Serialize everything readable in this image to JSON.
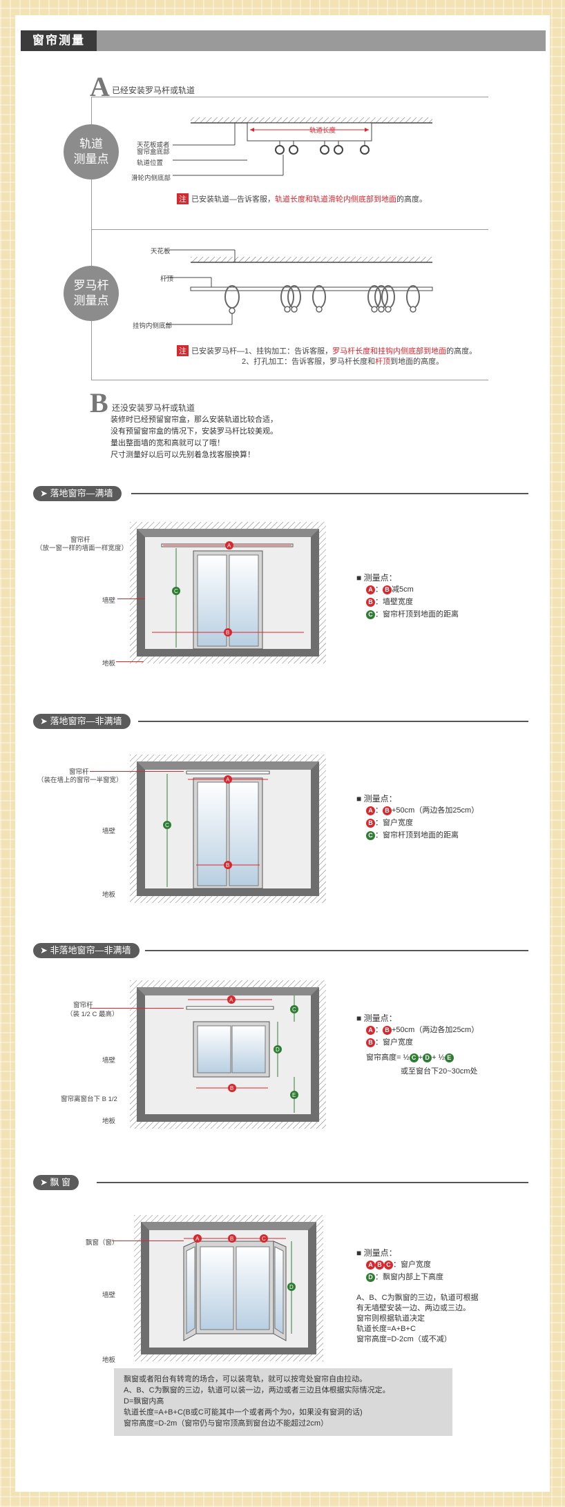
{
  "header": {
    "title": "窗帘测量"
  },
  "sectionA": {
    "letter": "A",
    "heading": "已经安装罗马杆或轨道",
    "track": {
      "circle_line1": "轨道",
      "circle_line2": "测量点",
      "label_ceiling": "天花板或者",
      "label_box": "窗帘盒底部",
      "label_track_pos": "轨道位置",
      "label_wheel": "滑轮内侧底部",
      "label_length": "轨道长度",
      "note_prefix": "注",
      "note_pre": "已安装轨道—告诉客服，",
      "note_red": "轨道长度和轨道滑轮内侧底部到地面",
      "note_post": "的高度。"
    },
    "rod": {
      "circle_line1": "罗马杆",
      "circle_line2": "测量点",
      "label_ceiling": "天花板",
      "label_rod": "杆顶",
      "label_ring": "挂钩内侧底部",
      "note_prefix": "注",
      "note_line1_pre": "已安装罗马杆—1、挂钩加工：告诉客服，",
      "note_line1_red": "罗马杆长度和挂钩内侧底部到地面",
      "note_line1_post": "的高度。",
      "note_line2_pre": "2、打孔加工：告诉客服，罗马杆长度和",
      "note_line2_red": "杆顶",
      "note_line2_post": "到地面的高度。"
    }
  },
  "sectionB": {
    "letter": "B",
    "heading": "还没安装罗马杆或轨道",
    "lines": [
      "装修时已经预留窗帘盒，那么安装轨道比较合适，",
      "没有预留窗帘盒的情况下，安装罗马杆比较美观。",
      "量出整面墙的宽和高就可以了哦！",
      "尺寸测量好以后可以先别着急找客服换算！"
    ]
  },
  "panel1": {
    "pill": "➤ 落地窗帘—满墙",
    "label_rod": "窗帘杆",
    "label_rod_note": "（放一窗一样的墙面一样宽度）",
    "label_wall": "墙壁",
    "label_floor": "地板",
    "points_title": "测量点：",
    "points": [
      {
        "badges": [
          "A"
        ],
        "text": "：",
        "badge2": "B",
        "text2": "减5cm"
      },
      {
        "badges": [
          "B"
        ],
        "text": "：墙壁宽度"
      },
      {
        "badges": [
          "C"
        ],
        "text": "：窗帘杆顶到地面的距离"
      }
    ]
  },
  "panel2": {
    "pill": "➤ 落地窗帘—非满墙",
    "label_rod": "窗帘杆",
    "label_rod_note": "（装在墙上的窗帘一半窗宽）",
    "label_wall": "墙壁",
    "label_floor": "地板",
    "points_title": "测量点：",
    "points": [
      {
        "text": "：",
        "text2": "+50cm（两边各加25cm）"
      },
      {
        "text": "：窗户宽度"
      },
      {
        "text": "：窗帘杆顶到地面的距离"
      }
    ]
  },
  "panel3": {
    "pill": "➤ 非落地窗帘—非满墙",
    "label_rod": "窗帘杆",
    "label_rod_note": "（装 1/2 C 最高）",
    "label_wall": "墙壁",
    "label_below": "窗帘离窗台下 B 1/2",
    "label_floor": "地板",
    "points_title": "测量点：",
    "points": [
      {
        "text": "：",
        "text2": "+50cm（两边各加25cm）"
      },
      {
        "text": "：窗户宽度"
      }
    ],
    "height_prefix": "窗帘高度=",
    "height_tail": "或至窗台下20~30cm处"
  },
  "panel4": {
    "pill": "➤ 飘 窗",
    "label_rod": "飘窗（窗）",
    "label_wall": "墙壁",
    "label_floor": "地板",
    "points_title": "测量点：",
    "points": [
      {
        "text": "：窗户宽度"
      },
      {
        "text": "：飘窗内部上下高度"
      }
    ],
    "notes": [
      "A、B、C为飘窗的三边，轨道可根据",
      "有无墙壁安装一边、两边或三边。",
      "窗帘则根据轨道决定",
      "轨道长度=A+B+C",
      "窗帘高度=D-2cm（或不减）"
    ]
  },
  "bottom_box": {
    "lines": [
      "飘窗或者阳台有转弯的场合，可以装弯轨，就可以按弯处窗帘自由拉动。",
      "A、B、C为飘窗的三边，轨道可以装一边，两边或者三边且体根据实际情况定。",
      "D=飘窗内高",
      "轨道长度=A+B+C(B或C可能其中一个或者两个为0，如果没有窗洞的话)",
      "窗帘高度=D-2m（窗帘仍与窗帘顶高到窗台边不能超过2cm）"
    ]
  }
}
